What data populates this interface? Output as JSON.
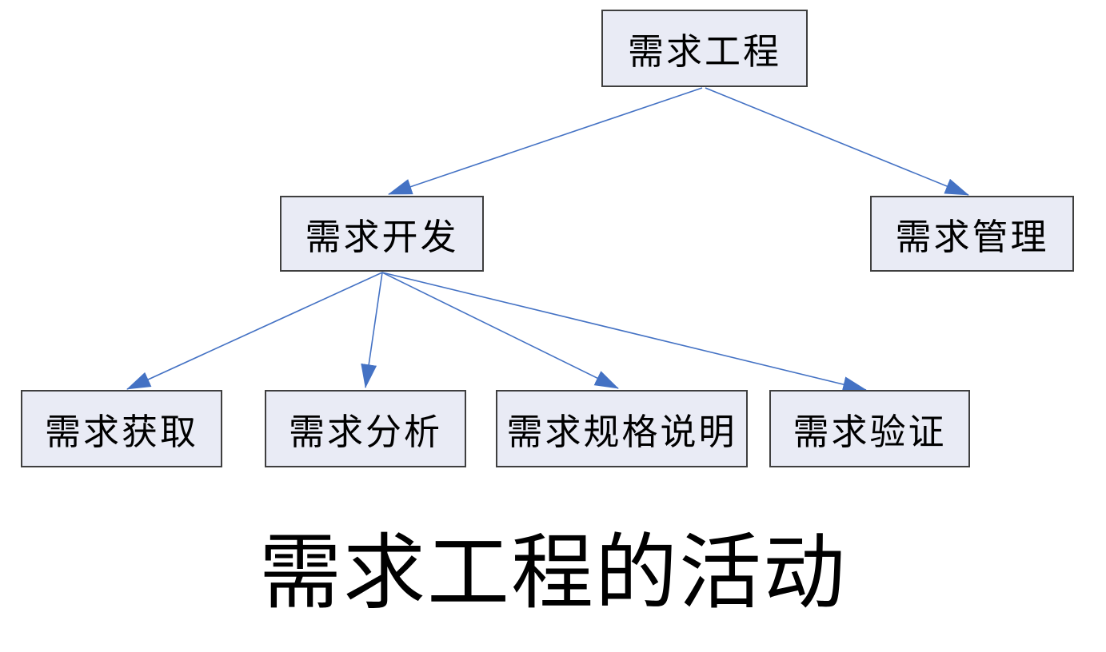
{
  "diagram": {
    "caption": "需求工程的活动",
    "nodes": {
      "root": {
        "label": "需求工程"
      },
      "dev": {
        "label": "需求开发"
      },
      "mgmt": {
        "label": "需求管理"
      },
      "elicit": {
        "label": "需求获取"
      },
      "analysis": {
        "label": "需求分析"
      },
      "spec": {
        "label": "需求规格说明"
      },
      "valid": {
        "label": "需求验证"
      }
    },
    "edges": [
      {
        "from": "root",
        "to": "dev"
      },
      {
        "from": "root",
        "to": "mgmt"
      },
      {
        "from": "dev",
        "to": "elicit"
      },
      {
        "from": "dev",
        "to": "analysis"
      },
      {
        "from": "dev",
        "to": "spec"
      },
      {
        "from": "dev",
        "to": "valid"
      }
    ],
    "colors": {
      "box_fill": "#e9ebf5",
      "box_border": "#3f3f3f",
      "arrow": "#4472c4",
      "text": "#000000",
      "background": "#ffffff"
    }
  }
}
